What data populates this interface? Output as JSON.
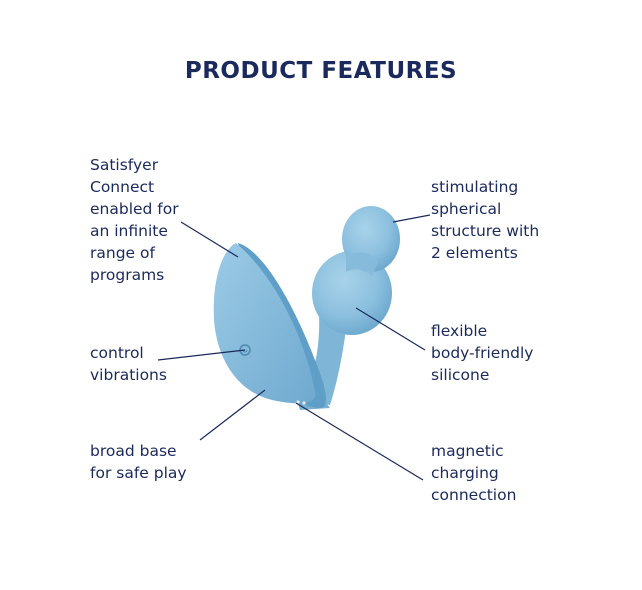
{
  "title": "PRODUCT FEATURES",
  "colors": {
    "text": "#1b2a5c",
    "product": "#8cc0de",
    "product_shadow": "#5f9ec7",
    "lines": "#1b2a5c"
  },
  "features": {
    "connect": [
      "Satisfyer",
      "Connect",
      "enabled for",
      "an infinite",
      "range of",
      "programs"
    ],
    "vibrations": [
      "control",
      "vibrations"
    ],
    "base": [
      "broad base",
      "for safe play"
    ],
    "spherical": [
      "stimulating",
      "spherical",
      "structure with",
      "2 elements"
    ],
    "silicone": [
      "flexible",
      "body-friendly",
      "silicone"
    ],
    "charging": [
      "magnetic",
      "charging",
      "connection"
    ]
  }
}
